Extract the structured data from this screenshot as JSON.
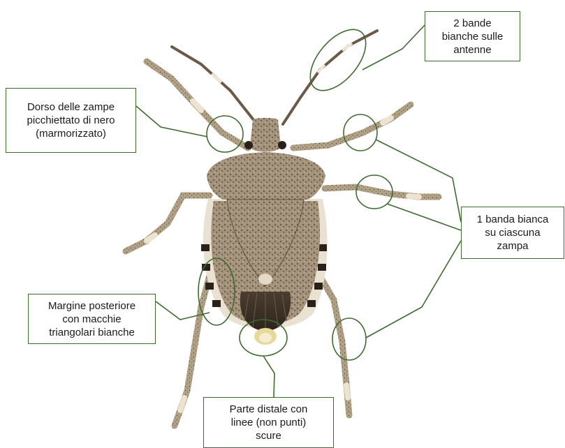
{
  "labels": {
    "antenne": [
      "2 bande",
      "bianche sulle",
      "antenne"
    ],
    "zampe_dorso": [
      "Dorso delle zampe",
      "picchiettato di nero",
      "(marmorizzato)"
    ],
    "banda_zampa": [
      "1 banda bianca",
      "su ciascuna",
      "zampa"
    ],
    "margine": [
      "Margine posteriore",
      "con macchie",
      "triangolari bianche"
    ],
    "distale": [
      "Parte distale con",
      "linee (non punti)",
      "scure"
    ]
  },
  "colors": {
    "box_border": "#3d6b30",
    "callout_line": "#3d6b30",
    "bug_body": "#9a8a74",
    "bug_dark": "#3a3128",
    "leg": "#a8967a"
  }
}
